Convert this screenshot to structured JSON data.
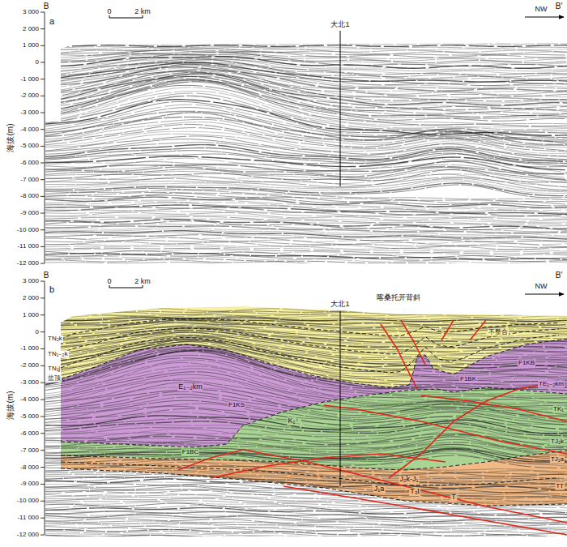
{
  "diagram": {
    "labels": [
      "B",
      "B′",
      "0",
      "2 km",
      "大北1",
      "NW",
      "海拔(m)",
      "a",
      "3 000",
      "2 000",
      "1 000",
      "0",
      "-1 000",
      "-2 000",
      "-3 000",
      "-4 000",
      "-5 000",
      "-6 000",
      "-7 000",
      "-8 000",
      "-9 000",
      "-10 000",
      "-11 000",
      "-12 000",
      "B",
      "B′",
      "b",
      "0",
      "2 km",
      "大北1",
      "喀桑托开背斜",
      "NW",
      "海拔(m)",
      "3 000",
      "2 000",
      "1 000",
      "0",
      "-1 000",
      "-2 000",
      "-3 000",
      "-4 000",
      "-5 000",
      "-6 000",
      "-7 000",
      "-8 000",
      "-9 000",
      "-10 000",
      "-11 000",
      "-12 000",
      "TN₂k",
      "TN₁₋₂k",
      "TN₁j",
      "盐顶",
      "E₁₋₂km",
      "F1KS",
      "K₁",
      "F1BC",
      "J₂k-J₁",
      "J₁a",
      "T₃t",
      "T",
      "不整合",
      "F1BK",
      "F1KB",
      "TE₁₋₂km",
      "TK₁",
      "TJ₂k",
      "TJ₁a",
      "TT"
    ]
  }
}
